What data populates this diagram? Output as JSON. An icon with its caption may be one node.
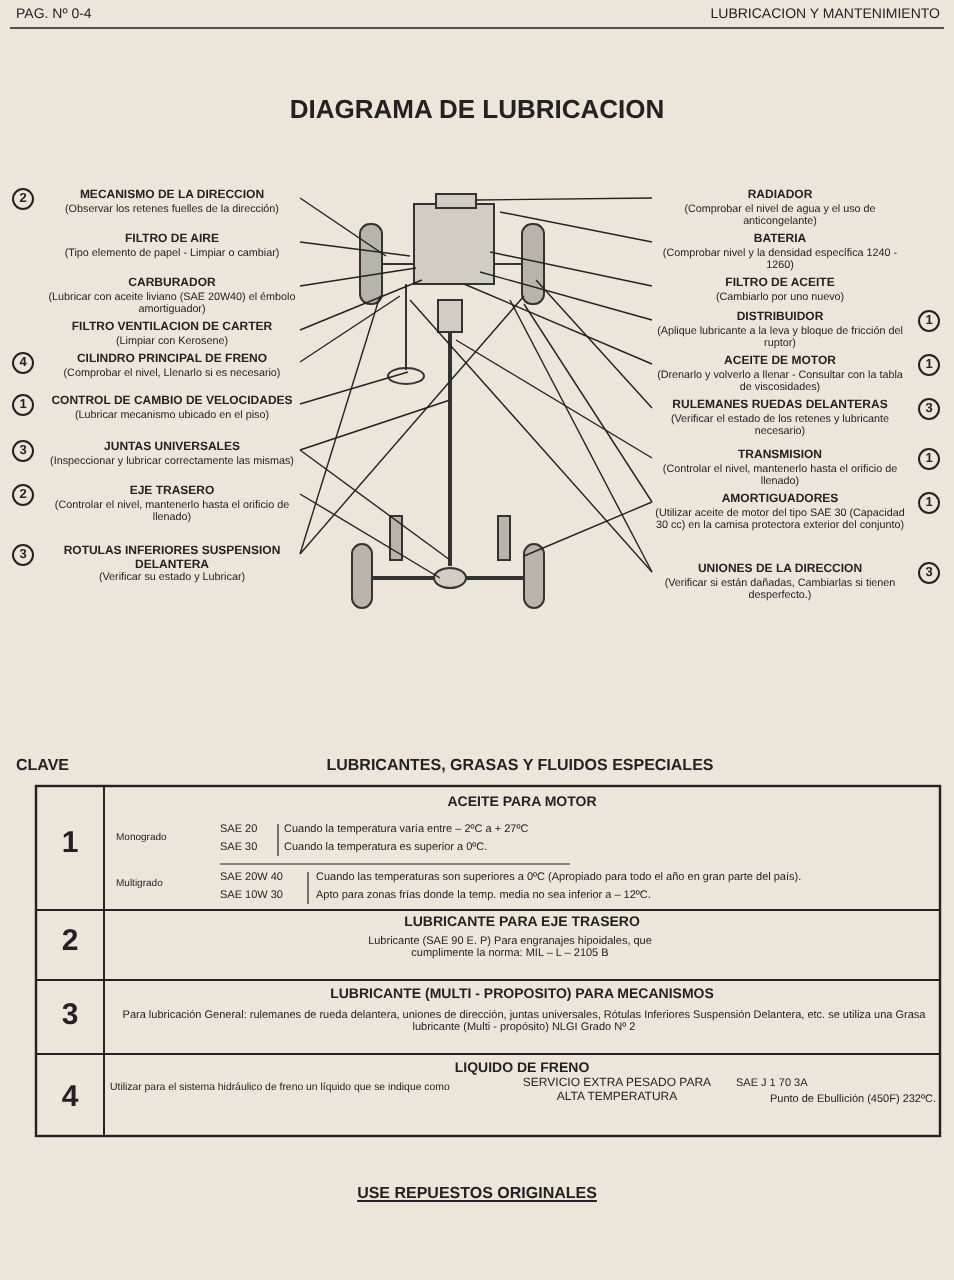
{
  "diagram": {
    "title": "DIAGRAMA DE LUBRICACION",
    "nodes": [
      {
        "text": [
          "MECANISMO DE LA DIRECCION",
          "(Observar los retenes fuelles de la dirección)"
        ],
        "beside": [
          "2"
        ]
      },
      {
        "text": [
          "FILTRO DE AIRE",
          "(Tipo elemento de papel - Limpiar o cambiar)"
        ]
      },
      {
        "text": [
          "CARBURADOR",
          "(Lubricar con aceite liviano (SAE 20W40) el émbolo amortiguador)"
        ]
      },
      {
        "text": [
          "FILTRO VENTILACION DE CARTER",
          "(Limpiar con Kerosene)"
        ]
      },
      {
        "text": [
          "CILINDRO PRINCIPAL DE FRENO",
          "(Comprobar el nivel, Llenarlo si es necesario)"
        ],
        "beside": [
          "4"
        ]
      },
      {
        "text": [
          "CONTROL DE CAMBIO DE VELOCIDADES",
          "(Lubricar mecanismo ubicado en el piso)"
        ],
        "beside": [
          "1"
        ]
      },
      {
        "text": [
          "JUNTAS UNIVERSALES",
          "(Inspeccionar y lubricar correctamente las mismas)"
        ],
        "beside": [
          "3"
        ]
      },
      {
        "text": [
          "EJE TRASERO",
          "(Controlar el nivel, mantenerlo hasta el orificio de llenado)"
        ],
        "beside": [
          "2"
        ]
      },
      {
        "text": [
          "ROTULAS INFERIORES SUSPENSION DELANTERA",
          "(Verificar su estado y Lubricar)"
        ],
        "beside": [
          "3"
        ]
      },
      {
        "text": [
          "RADIADOR",
          "(Comprobar el nivel de agua y el uso de anticongelante)"
        ]
      },
      {
        "text": [
          "BATERIA",
          "(Comprobar nivel y la densidad específica 1240 - 1260)"
        ]
      },
      {
        "text": [
          "FILTRO DE ACEITE",
          "(Cambiarlo por uno nuevo)"
        ]
      },
      {
        "text": [
          "DISTRIBUIDOR",
          "(Aplique lubricante a la leva y bloque de fricción del ruptor)"
        ],
        "beside": [
          "1"
        ]
      },
      {
        "text": [
          "ACEITE DE MOTOR",
          "(Drenarlo y volverlo a llenar - Consultar con la tabla de viscosidades)"
        ],
        "beside": [
          "1"
        ]
      },
      {
        "text": [
          "RULEMANES RUEDAS DELANTERAS",
          "(Verificar el estado de los retenes y lubricante necesario)"
        ],
        "beside": [
          "3"
        ]
      },
      {
        "text": [
          "TRANSMISION",
          "(Controlar el nivel, mantenerlo hasta el orificio de llenado)"
        ],
        "beside": [
          "1"
        ]
      },
      {
        "text": [
          "AMORTIGUADORES",
          "(Utilizar aceite de motor del tipo SAE 30 (Capacidad 30 cc) en la camisa protectora exterior del conjunto)"
        ],
        "beside": [
          "1"
        ]
      },
      {
        "text": [
          "UNIONES DE LA DIRECCION",
          "(Verificar si están dañadas, Cambiarlas si tienen desperfecto.)"
        ],
        "beside": [
          "3"
        ]
      }
    ],
    "edges": [
      {
        "from": 0,
        "to": null,
        "arrow": "none"
      },
      {
        "from": 1,
        "to": null,
        "arrow": "none"
      },
      {
        "from": 2,
        "to": null,
        "arrow": "none"
      },
      {
        "from": 3,
        "to": null,
        "arrow": "none"
      },
      {
        "from": 4,
        "to": null,
        "arrow": "none"
      },
      {
        "from": 5,
        "to": null,
        "arrow": "none"
      },
      {
        "from": 6,
        "to": null,
        "arrow": "none"
      },
      {
        "from": 6,
        "to": null,
        "arrow": "none"
      },
      {
        "from": 7,
        "to": null,
        "arrow": "none"
      },
      {
        "from": 8,
        "to": null,
        "arrow": "none"
      },
      {
        "from": 8,
        "to": null,
        "arrow": "none"
      },
      {
        "from": 9,
        "to": null,
        "arrow": "none"
      },
      {
        "from": 10,
        "to": null,
        "arrow": "none"
      },
      {
        "from": 11,
        "to": null,
        "arrow": "none"
      },
      {
        "from": 12,
        "to": null,
        "arrow": "none"
      },
      {
        "from": 13,
        "to": null,
        "arrow": "none"
      },
      {
        "from": 14,
        "to": null,
        "arrow": "none"
      },
      {
        "from": 15,
        "to": null,
        "arrow": "none"
      },
      {
        "from": 16,
        "to": null,
        "arrow": "none"
      },
      {
        "from": 16,
        "to": null,
        "arrow": "none"
      },
      {
        "from": 17,
        "to": null,
        "arrow": "none"
      },
      {
        "from": 17,
        "to": null,
        "arrow": "none"
      }
    ],
    "labels": [
      "PAG. Nº 0-4",
      "LUBRICACION Y MANTENIMIENTO",
      "CLAVE",
      "LUBRICANTES, GRASAS Y FLUIDOS ESPECIALES",
      "1",
      "ACEITE PARA MOTOR",
      "Monogrado",
      "SAE 20",
      "Cuando la temperatura varía entre – 2ºC a + 27ºC",
      "SAE 30",
      "Cuando la temperatura es superior a 0ºC.",
      "Multigrado",
      "SAE 20W 40",
      "Cuando las temperaturas son superiores a 0ºC (Apropiado para todo el año en gran parte del país).",
      "SAE 10W 30",
      "Apto para zonas frías donde la temp. media no sea inferior a – 12ºC.",
      "2",
      "LUBRICANTE PARA EJE TRASERO",
      "Lubricante (SAE 90 E. P) Para engranajes hipoidales, que cumplimente la norma: MIL – L – 2105 B",
      "3",
      "LUBRICANTE (MULTI - PROPOSITO) PARA MECANISMOS",
      "Para lubricación General: rulemanes de rueda delantera, uniones de dirección, juntas universales, Rótulas Inferiores Suspensión Delantera, etc. se utiliza una Grasa lubricante (Multi - propósito) NLGI Grado Nº 2",
      "4",
      "LIQUIDO DE FRENO",
      "Utilizar para el sistema hidráulico de freno un líquido que se indique como",
      "SERVICIO EXTRA PESADO PARA ALTA TEMPERATURA",
      "SAE J 1 70 3A",
      "Punto de Ebullición (450F) 232ºC.",
      "USE REPUESTOS ORIGINALES"
    ]
  }
}
